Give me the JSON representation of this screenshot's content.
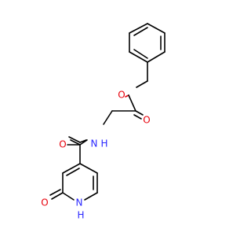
{
  "molecule": {
    "atom_labels": {
      "ester_o": "O",
      "ester_carbonyl_o": "O",
      "amide_o": "O",
      "amide_n": "N",
      "amide_h": "H",
      "ring_n": "N",
      "ring_h": "H",
      "pyridone_o": "O"
    },
    "colors": {
      "bond": "#000000",
      "oxygen": "#e8000b",
      "nitrogen": "#2a27ff"
    }
  }
}
